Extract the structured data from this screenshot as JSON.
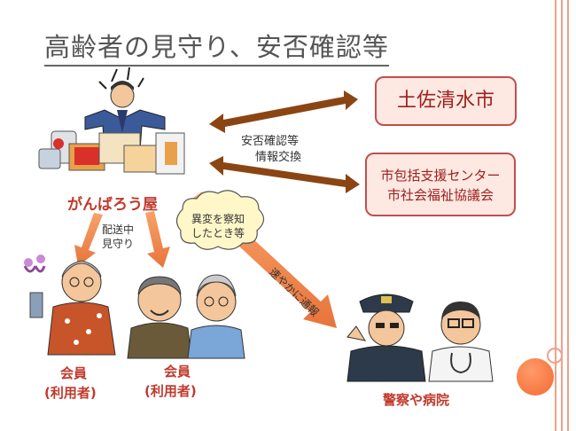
{
  "title": "高齢者の見守り、安否確認等",
  "boxes": {
    "city": "土佐清水市",
    "center_line1": "市包括支援センター",
    "center_line2": "市社会福祉協議会"
  },
  "labels": {
    "shop": "がんばろう屋",
    "info_line1": "安否確認等",
    "info_line2": "情報交換",
    "delivery_line1": "配送中",
    "delivery_line2": "見守り",
    "anomaly_line1": "異変を察知",
    "anomaly_line2": "したとき等",
    "quick_report": "速やかに通報",
    "member1_line1": "会員",
    "member1_line2": "(利用者)",
    "member2_line1": "会員",
    "member2_line2": "(利用者)",
    "police_hospital": "警察や病院"
  },
  "colors": {
    "box_border": "#c0504d",
    "box_fill": "#fde9e2",
    "label_red": "#c0392b",
    "arrow_orange": "#e8743b",
    "arrow_brown": "#8b4513",
    "accent_dot": "#f26b32"
  }
}
